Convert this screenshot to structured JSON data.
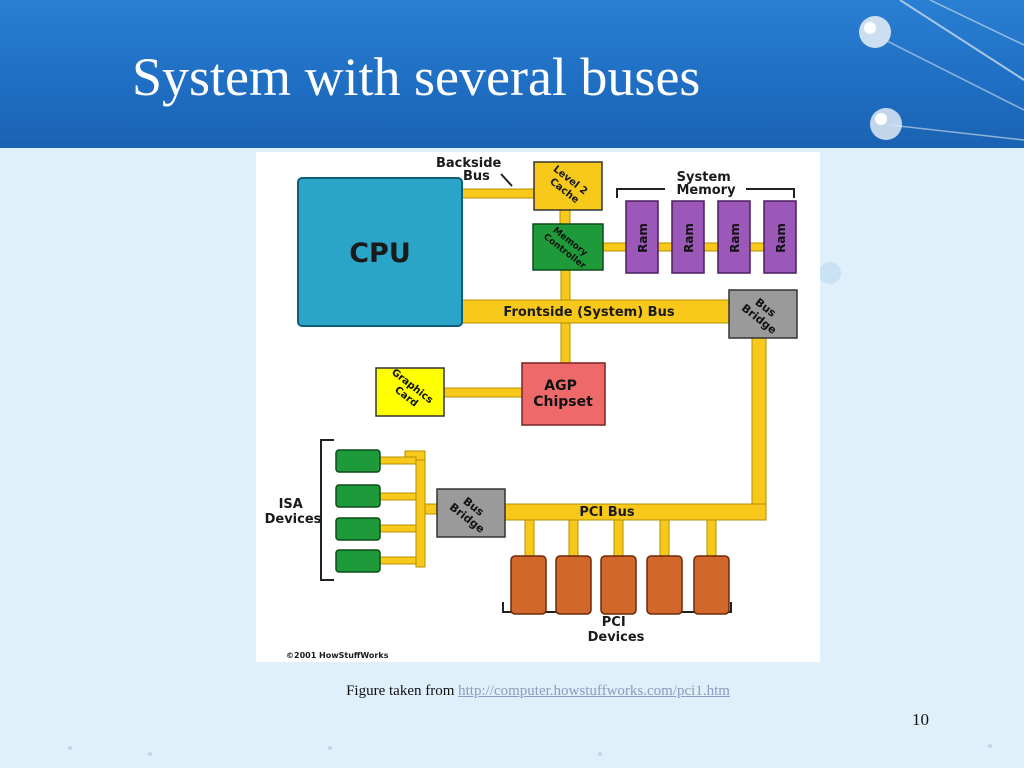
{
  "slide": {
    "title": "System with several buses",
    "number": "10",
    "caption_prefix": "Figure taken from",
    "caption_link": "http://computer.howstuffworks.com/pci1.htm"
  },
  "diagram": {
    "cpu": "CPU",
    "backside_bus": [
      "Backside",
      "Bus"
    ],
    "level2_cache": [
      "Level 2",
      "Cache"
    ],
    "memory_controller": [
      "Memory",
      "Controller"
    ],
    "system_memory": [
      "System",
      "Memory"
    ],
    "ram": [
      "Ram",
      "Ram",
      "Ram",
      "Ram"
    ],
    "frontside_bus": "Frontside (System) Bus",
    "bus_bridge_top": [
      "Bus",
      "Bridge"
    ],
    "graphics_card": [
      "Graphics",
      "Card"
    ],
    "agp_chipset": [
      "AGP",
      "Chipset"
    ],
    "isa_devices": [
      "ISA",
      "Devices"
    ],
    "bus_bridge_bottom": [
      "Bus",
      "Bridge"
    ],
    "pci_bus": "PCI Bus",
    "pci_devices": [
      "PCI",
      "Devices"
    ],
    "copyright": "©2001 HowStuffWorks"
  },
  "colors": {
    "cpu": "#2aa5c8",
    "bus": "#f8c91a",
    "cache": "#f6c91a",
    "memory_controller": "#1f9a3a",
    "ram": "#9c58b8",
    "bridge": "#9a9a9a",
    "graphics": "#ffff00",
    "agp": "#ee6a6a",
    "isa": "#1f9a3a",
    "pci_device": "#d2672c"
  }
}
